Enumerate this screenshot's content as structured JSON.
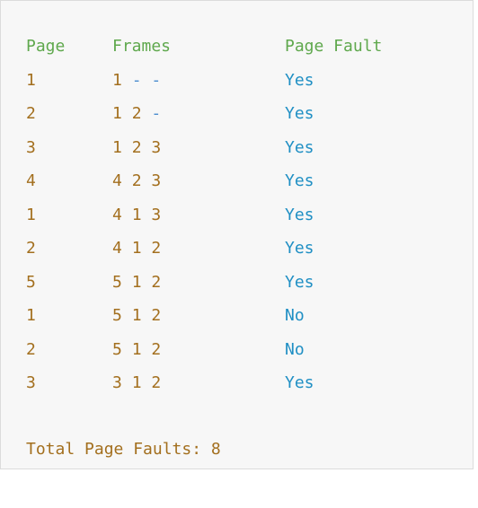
{
  "header": {
    "page": "Page",
    "frames": "Frames",
    "page_fault": "Page Fault"
  },
  "rows": [
    {
      "page": "1",
      "frames": [
        "1",
        "-",
        "-"
      ],
      "fault": "Yes"
    },
    {
      "page": "2",
      "frames": [
        "1",
        "2",
        "-"
      ],
      "fault": "Yes"
    },
    {
      "page": "3",
      "frames": [
        "1",
        "2",
        "3"
      ],
      "fault": "Yes"
    },
    {
      "page": "4",
      "frames": [
        "4",
        "2",
        "3"
      ],
      "fault": "Yes"
    },
    {
      "page": "1",
      "frames": [
        "4",
        "1",
        "3"
      ],
      "fault": "Yes"
    },
    {
      "page": "2",
      "frames": [
        "4",
        "1",
        "2"
      ],
      "fault": "Yes"
    },
    {
      "page": "5",
      "frames": [
        "5",
        "1",
        "2"
      ],
      "fault": "Yes"
    },
    {
      "page": "1",
      "frames": [
        "5",
        "1",
        "2"
      ],
      "fault": "No"
    },
    {
      "page": "2",
      "frames": [
        "5",
        "1",
        "2"
      ],
      "fault": "No"
    },
    {
      "page": "3",
      "frames": [
        "3",
        "1",
        "2"
      ],
      "fault": "Yes"
    }
  ],
  "summary": {
    "label": "Total Page Faults:",
    "value": "8"
  },
  "colors": {
    "header": "#5fa84d",
    "number": "#a36f1e",
    "dash": "#4d8ecf",
    "fault": "#1f8fc4"
  }
}
